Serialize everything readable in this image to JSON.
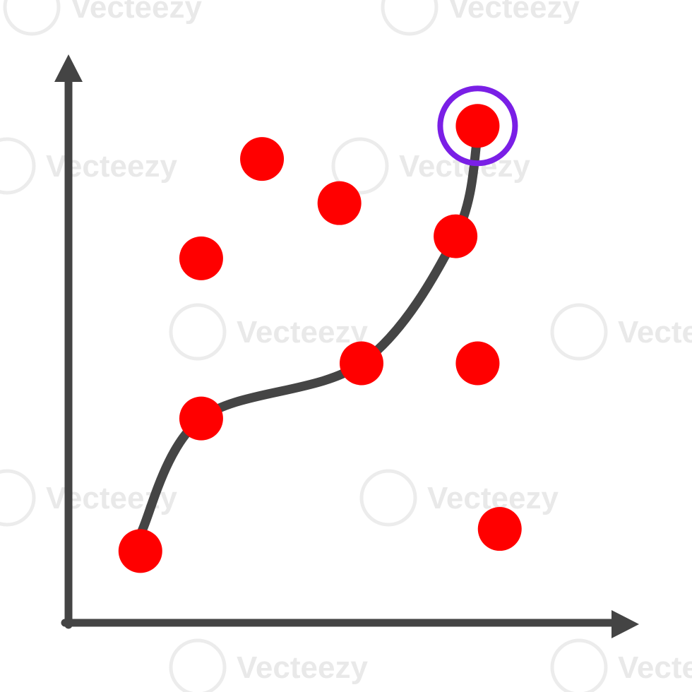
{
  "chart_data": {
    "type": "scatter",
    "title": "",
    "xlabel": "",
    "ylabel": "",
    "xlim": [
      0,
      100
    ],
    "ylim": [
      0,
      100
    ],
    "grid": false,
    "legend": "none",
    "points": [
      {
        "x": 13,
        "y": 13
      },
      {
        "x": 24,
        "y": 37
      },
      {
        "x": 24,
        "y": 66
      },
      {
        "x": 35,
        "y": 84
      },
      {
        "x": 49,
        "y": 76
      },
      {
        "x": 53,
        "y": 47
      },
      {
        "x": 70,
        "y": 70
      },
      {
        "x": 74,
        "y": 90
      },
      {
        "x": 74,
        "y": 47
      },
      {
        "x": 78,
        "y": 17
      }
    ],
    "fit_curve": [
      {
        "x": 13,
        "y": 16
      },
      {
        "x": 24,
        "y": 37
      },
      {
        "x": 53,
        "y": 47
      },
      {
        "x": 70,
        "y": 70
      },
      {
        "x": 74,
        "y": 88
      }
    ],
    "highlighted_point": {
      "x": 74,
      "y": 90
    },
    "colors": {
      "point": "#ff0000",
      "curve": "#454545",
      "axis": "#444444",
      "highlight_ring": "#7a1fe6"
    }
  },
  "watermark": {
    "text": "Vecteezy"
  }
}
